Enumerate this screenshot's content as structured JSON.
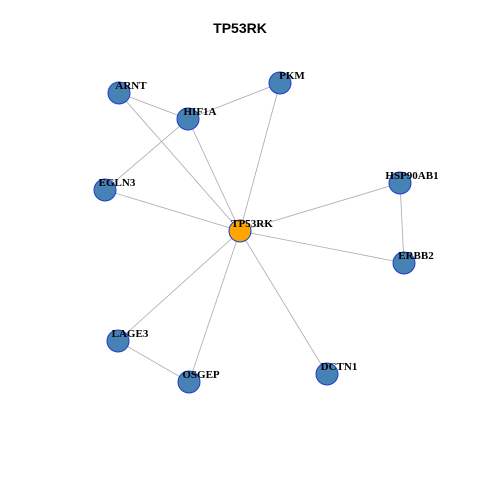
{
  "title": "TP53RK",
  "colors": {
    "center_node": "#FFA500",
    "node": "#4682B4",
    "node_border": "#1E3FCC",
    "edge": "#AAAAAA",
    "label": "#000000"
  },
  "nodes": [
    {
      "id": "TP53RK",
      "label": "TP53RK",
      "role": "center"
    },
    {
      "id": "ARNT",
      "label": "ARNT",
      "role": "neighbor"
    },
    {
      "id": "PKM",
      "label": "PKM",
      "role": "neighbor"
    },
    {
      "id": "HIF1A",
      "label": "HIF1A",
      "role": "neighbor"
    },
    {
      "id": "EGLN3",
      "label": "EGLN3",
      "role": "neighbor"
    },
    {
      "id": "HSP90AB1",
      "label": "HSP90AB1",
      "role": "neighbor"
    },
    {
      "id": "ERBB2",
      "label": "ERBB2",
      "role": "neighbor"
    },
    {
      "id": "LAGE3",
      "label": "LAGE3",
      "role": "neighbor"
    },
    {
      "id": "OSGEP",
      "label": "OSGEP",
      "role": "neighbor"
    },
    {
      "id": "DCTN1",
      "label": "DCTN1",
      "role": "neighbor"
    }
  ],
  "edges": [
    [
      "ARNT",
      "HIF1A"
    ],
    [
      "ARNT",
      "TP53RK"
    ],
    [
      "HIF1A",
      "PKM"
    ],
    [
      "HIF1A",
      "EGLN3"
    ],
    [
      "HIF1A",
      "TP53RK"
    ],
    [
      "PKM",
      "TP53RK"
    ],
    [
      "EGLN3",
      "TP53RK"
    ],
    [
      "HSP90AB1",
      "TP53RK"
    ],
    [
      "HSP90AB1",
      "ERBB2"
    ],
    [
      "ERBB2",
      "TP53RK"
    ],
    [
      "LAGE3",
      "TP53RK"
    ],
    [
      "LAGE3",
      "OSGEP"
    ],
    [
      "OSGEP",
      "TP53RK"
    ],
    [
      "DCTN1",
      "TP53RK"
    ]
  ]
}
